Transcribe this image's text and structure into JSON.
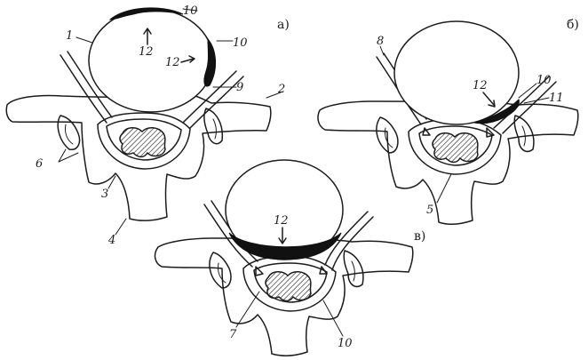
{
  "figure": {
    "panels": [
      {
        "id": "a",
        "caption": "а)"
      },
      {
        "id": "b",
        "caption": "б)"
      },
      {
        "id": "v",
        "caption": "в)"
      }
    ],
    "labels": {
      "a": [
        "1",
        "2",
        "3",
        "4",
        "6",
        "9",
        "10",
        "10",
        "12",
        "12"
      ],
      "b": [
        "8",
        "10",
        "11",
        "12",
        "5"
      ],
      "v": [
        "12",
        "7",
        "10"
      ]
    }
  }
}
